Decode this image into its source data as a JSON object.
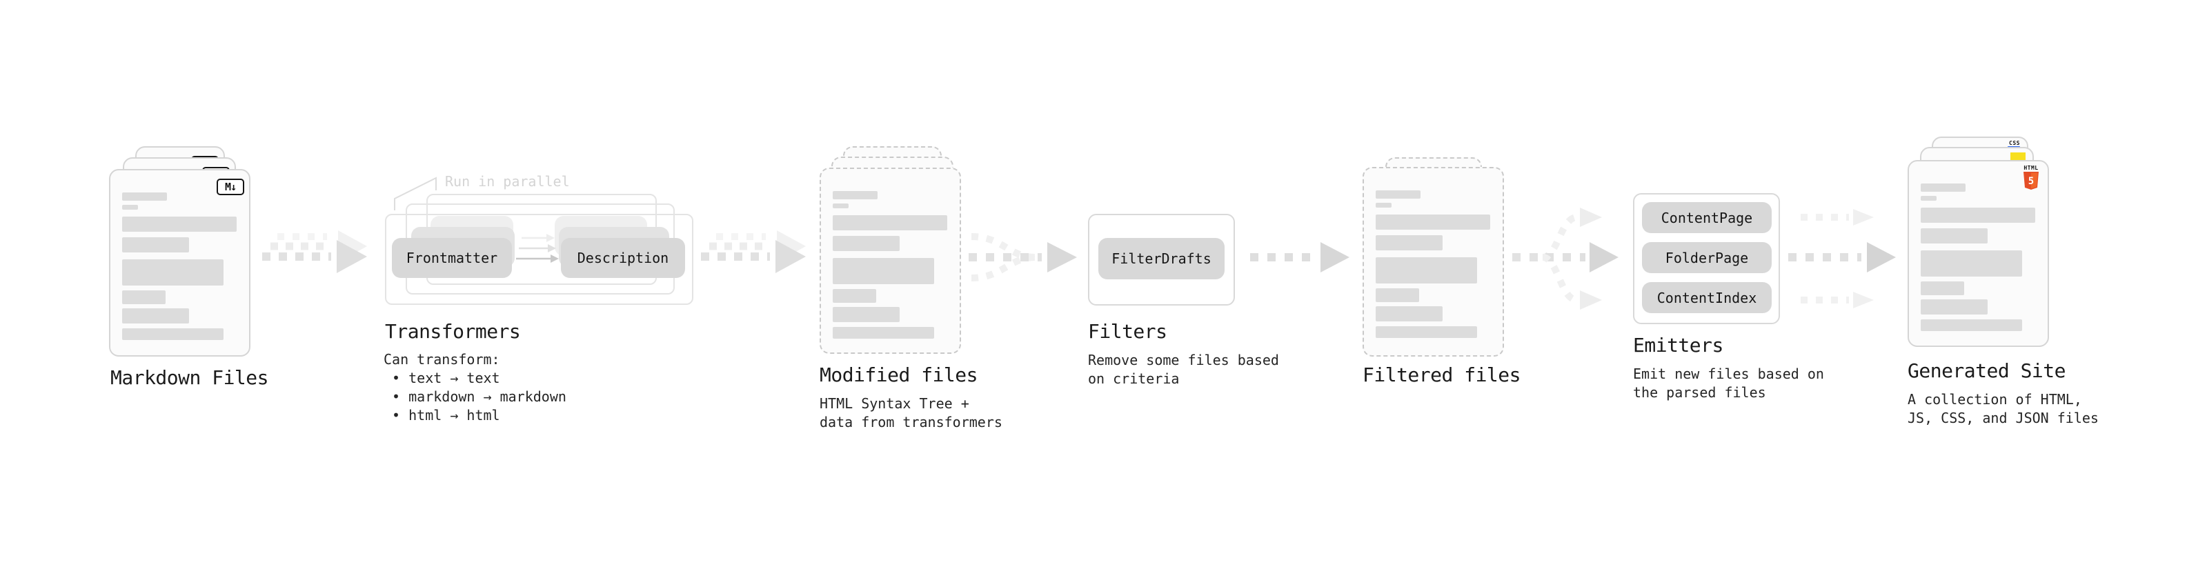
{
  "colors": {
    "ink": "#1b1b1b",
    "pill_gray": "#d8d8d8",
    "arrow_gray": "#d9d9d9",
    "faint_gray": "#efefef",
    "html_badge_orange": "#e44d26",
    "html_badge_orange_light": "#f16529",
    "js_badge_yellow": "#f7df1e",
    "css_badge_blue": "#2965f1"
  },
  "stages": {
    "markdown": {
      "title": "Markdown Files",
      "badge": "M↓"
    },
    "transformers": {
      "title": "Transformers",
      "note": "Run in parallel",
      "pill_frontmatter": "Frontmatter",
      "pill_description": "Description",
      "description": "Can transform:\n • text → text\n • markdown → markdown\n • html → html"
    },
    "modified": {
      "title": "Modified files",
      "subtitle": "HTML Syntax Tree +\ndata from transformers"
    },
    "filters": {
      "title": "Filters",
      "pill": "FilterDrafts",
      "subtitle": "Remove some files based\non criteria"
    },
    "filtered": {
      "title": "Filtered files"
    },
    "emitters": {
      "title": "Emitters",
      "pills": [
        "ContentPage",
        "FolderPage",
        "ContentIndex"
      ],
      "subtitle": "Emit new files based on\nthe parsed files"
    },
    "generated": {
      "title": "Generated Site",
      "subtitle": "A collection of HTML,\nJS, CSS, and JSON files",
      "badges": {
        "css": "CSS",
        "html_label": "HTML",
        "html_number": "5"
      }
    }
  }
}
